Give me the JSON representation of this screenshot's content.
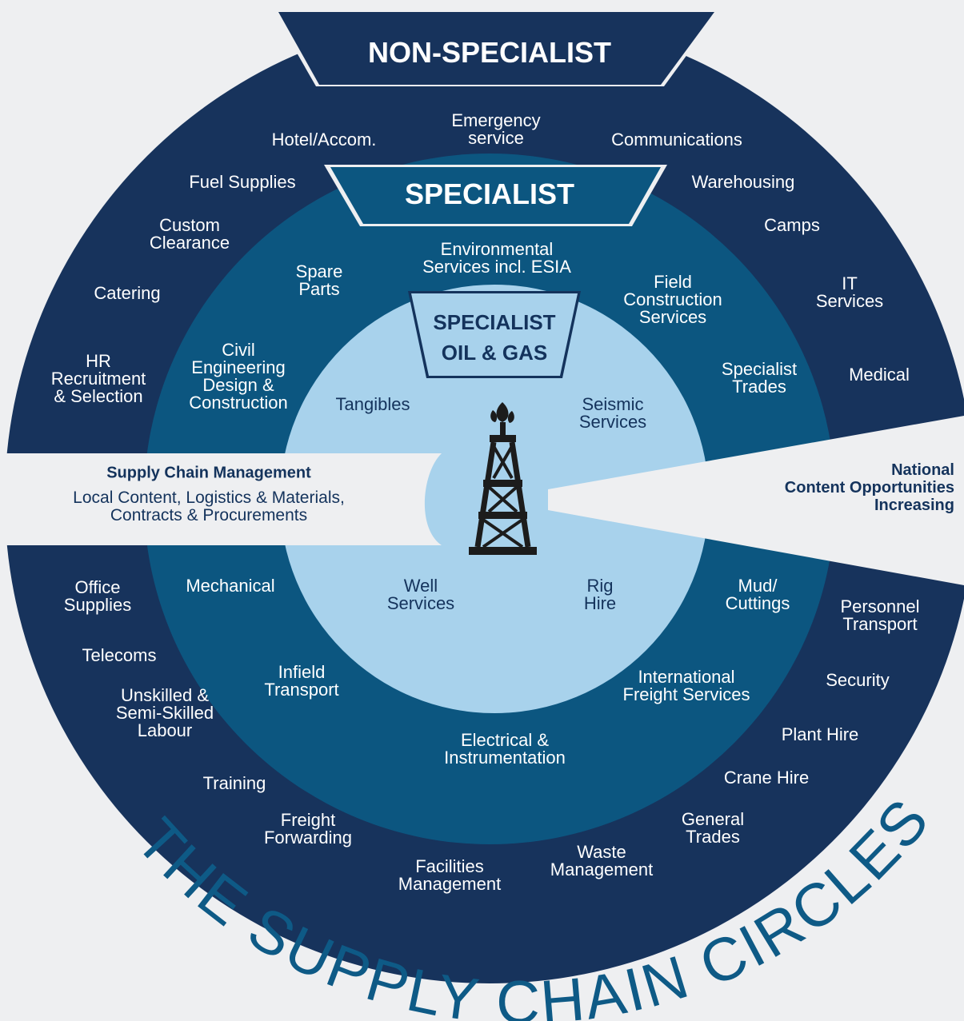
{
  "colors": {
    "background": "#eeeff1",
    "outer_ring": "#17335c",
    "middle_ring": "#0c5680",
    "inner_circle": "#a8d2ec",
    "dark_text": "#14335c",
    "title_arc": "#0e5a86"
  },
  "headers": {
    "non_specialist": "NON-SPECIALIST",
    "specialist": "SPECIALIST",
    "specialist_oil_gas": "SPECIALIST\nOIL & GAS"
  },
  "icons": [
    "oil-derrick-icon"
  ],
  "outer_ring_items": [
    "Emergency\nservice",
    "Hotel/Accom.",
    "Communications",
    "Fuel Supplies",
    "Warehousing",
    "Custom\nClearance",
    "Camps",
    "Catering",
    "IT\nServices",
    "HR\nRecruitment\n& Selection",
    "Medical",
    "Office\nSupplies",
    "Personnel\nTransport",
    "Telecoms",
    "Security",
    "Unskilled &\nSemi-Skilled\nLabour",
    "Plant Hire",
    "Training",
    "Crane Hire",
    "Freight\nForwarding",
    "General\nTrades",
    "Facilities\nManagement",
    "Waste\nManagement"
  ],
  "middle_ring_items": [
    "Environmental\nServices incl. ESIA",
    "Spare\nParts",
    "Field\nConstruction\nServices",
    "Civil\nEngineering\nDesign &\nConstruction",
    "Specialist\nTrades",
    "Mechanical",
    "Mud/\nCuttings",
    "Infield\nTransport",
    "International\nFreight Services",
    "Electrical &\nInstrumentation"
  ],
  "inner_items": [
    "Tangibles",
    "Seismic\nServices",
    "Well\nServices",
    "Rig\nHire"
  ],
  "supply_chain_management": {
    "title": "Supply Chain Management",
    "description": "Local Content, Logistics & Materials,\nContracts & Procurements"
  },
  "national_content": "National\nContent Opportunities\nIncreasing",
  "title_arc": "THE SUPPLY CHAIN CIRCLES"
}
